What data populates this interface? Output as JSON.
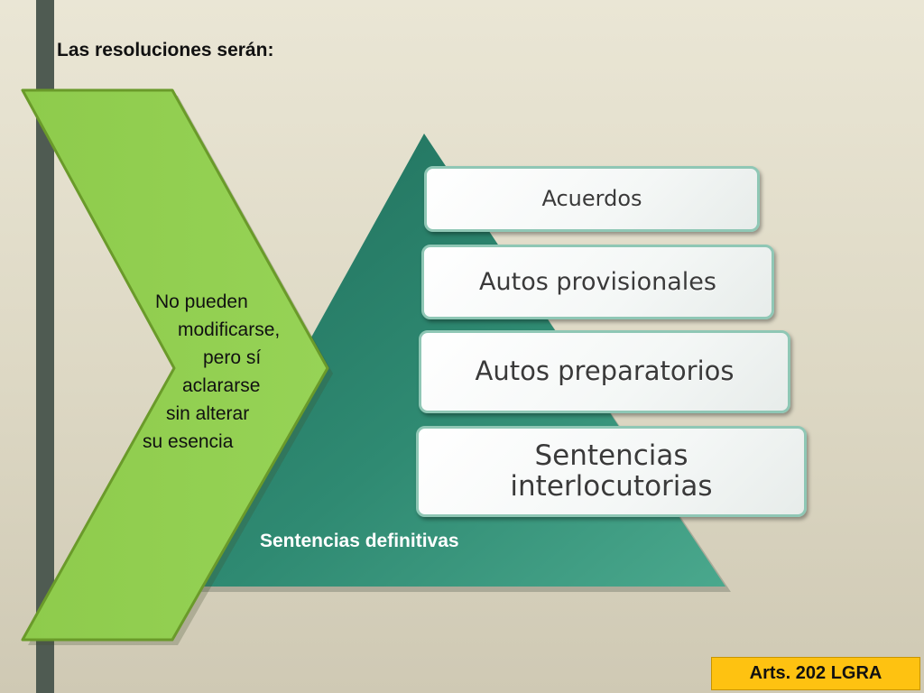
{
  "title": "Las resoluciones serán:",
  "pyramid": {
    "levels": [
      "Acuerdos",
      "Autos provisionales",
      "Autos preparatorios",
      "Sentencias interlocutorias"
    ],
    "base_label": "Sentencias definitivas",
    "colors": {
      "pyramid_fill": "#3c9b83",
      "pyramid_dark": "#21705e",
      "box_border": "#8fc7b5"
    }
  },
  "chevron": {
    "lines": [
      "No pueden",
      "modificarse,",
      "pero sí",
      "aclararse",
      "sin alterar",
      "su esencia"
    ],
    "colors": {
      "fill": "#92d050",
      "border": "#6a9a2a"
    }
  },
  "reference": "Arts. 202 LGRA",
  "colors": {
    "background": "#e4dfcc",
    "left_bar": "#4f5b52",
    "reference_fill": "#fec211"
  }
}
